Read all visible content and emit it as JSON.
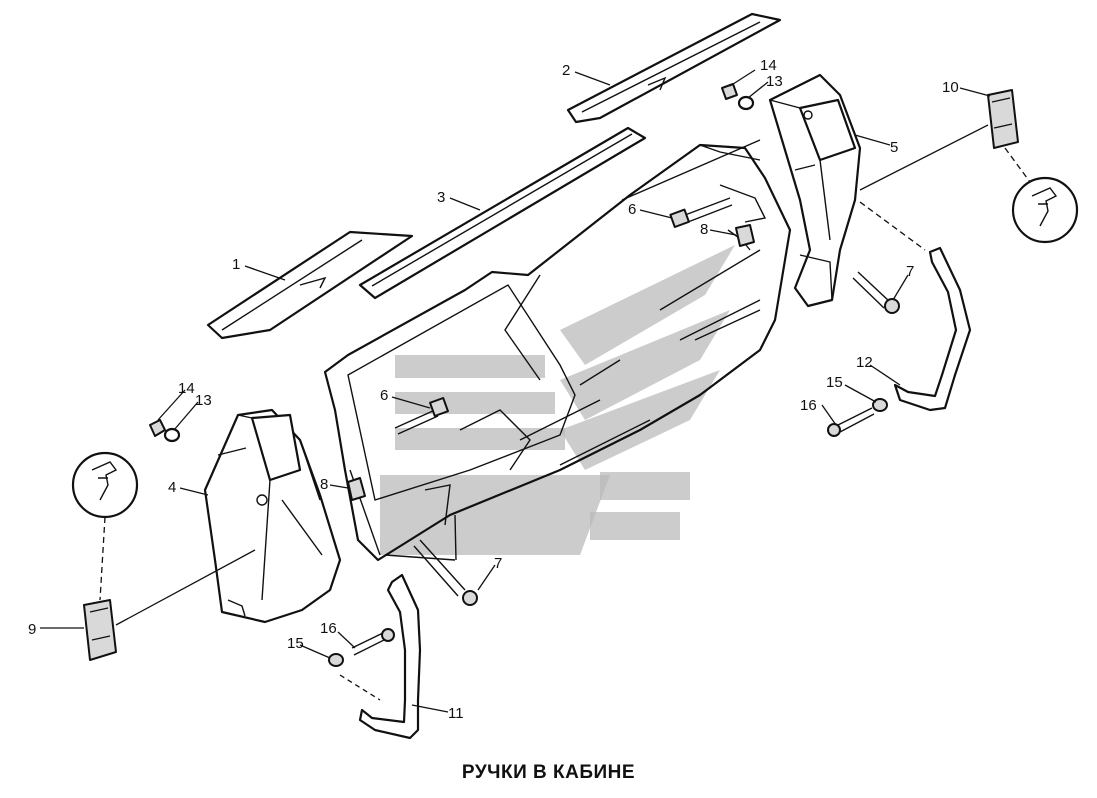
{
  "caption": "РУЧКИ В КАБИНЕ",
  "callouts": {
    "c1": "1",
    "c2": "2",
    "c3": "3",
    "c4": "4",
    "c5": "5",
    "c6a": "6",
    "c6b": "6",
    "c7a": "7",
    "c7b": "7",
    "c8a": "8",
    "c8b": "8",
    "c9": "9",
    "c10": "10",
    "c11": "11",
    "c12": "12",
    "c13a": "13",
    "c13b": "13",
    "c14a": "14",
    "c14b": "14",
    "c15a": "15",
    "c15b": "15",
    "c16a": "16",
    "c16b": "16"
  },
  "colors": {
    "line": "#111111",
    "watermark": "#b8b8b8",
    "background": "#ffffff"
  }
}
